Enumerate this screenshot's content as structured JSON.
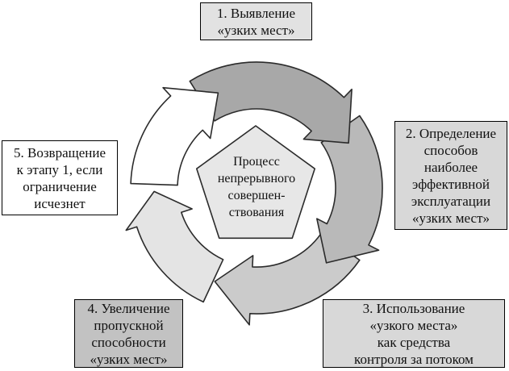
{
  "diagram": {
    "page_bg": "#ffffff",
    "center": {
      "lines": [
        "Процесс",
        "непрерывного",
        "совершен-",
        "ствования"
      ]
    },
    "steps": [
      {
        "number": "1",
        "lines": [
          "1. Выявление",
          "«узких мест»"
        ]
      },
      {
        "number": "2",
        "lines": [
          "2. Определение",
          "способов",
          "наиболее",
          "эффективной",
          "эксплуатации",
          "«узких мест»"
        ]
      },
      {
        "number": "3",
        "lines": [
          "3. Использование",
          "«узкого места»",
          "как средства",
          "контроля за потоком"
        ]
      },
      {
        "number": "4",
        "lines": [
          "4. Увеличение",
          "пропускной",
          "способности",
          "«узких мест»"
        ]
      },
      {
        "number": "5",
        "lines": [
          "5. Возвращение",
          "к этапу 1, если",
          "ограничение",
          "исчезнет"
        ]
      }
    ],
    "colors": {
      "arrow_top": "#a8a8a8",
      "arrow_right": "#b9b9b9",
      "arrow_bottom": "#cbcbcb",
      "arrow_left": "#e4e4e4",
      "arrow_top_left": "#ffffff",
      "arrow_outline": "#2b2b2b",
      "pentagon_fill": "#e7e7e7",
      "pentagon_outline": "#2b2b2b",
      "box1_bg": "#e2e2e2",
      "box2_bg": "#d8d8d8",
      "box3_bg": "#d8d8d8",
      "box4_bg": "#c2c2c2",
      "box5_bg": "#ffffff"
    }
  }
}
